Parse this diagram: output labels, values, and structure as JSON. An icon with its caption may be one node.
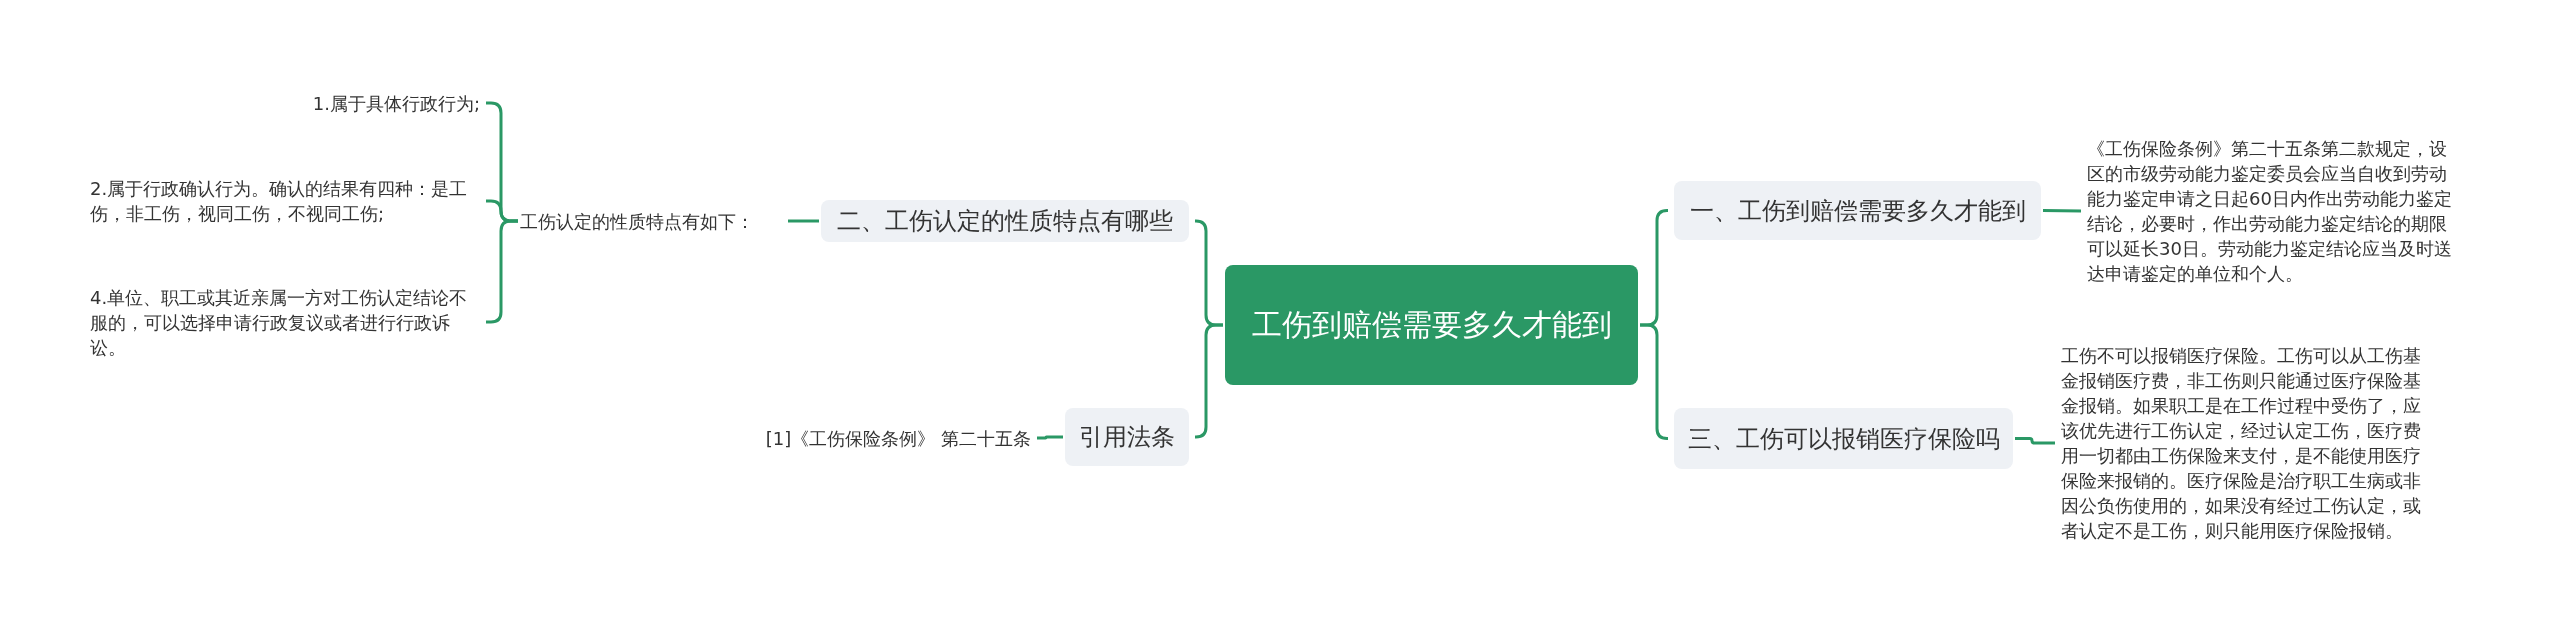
{
  "diagram": {
    "nodes": [
      {
        "text": [
          "工伤到赔偿需要多久才能到"
        ]
      },
      {
        "text": [
          "二、工伤认定的性质特点有哪些"
        ]
      },
      {
        "text": [
          "工伤认定的性质特点有如下："
        ]
      },
      {
        "text": [
          "1.属于具体行政行为;"
        ]
      },
      {
        "text": [
          "2.属于行政确认行为。确认的结果有四种：是工伤，非工伤，视同工伤，不视同工伤;"
        ]
      },
      {
        "text": [
          "4.单位、职工或其近亲属一方对工伤认定结论不服的，可以选择申请行政复议或者进行行政诉讼。"
        ]
      },
      {
        "text": [
          "引用法条"
        ]
      },
      {
        "text": [
          "[1]《工伤保险条例》 第二十五条"
        ]
      },
      {
        "text": [
          "一、工伤到赔偿需要多久才能到"
        ]
      },
      {
        "text": [
          "《工伤保险条例》第二十五条第二款规定，设区的市级劳动能力鉴定委员会应当自收到劳动能力鉴定申请之日起60日内作出劳动能力鉴定结论，必要时，作出劳动能力鉴定结论的期限可以延长30日。劳动能力鉴定结论应当及时送达申请鉴定的单位和个人。"
        ]
      },
      {
        "text": [
          "三、工伤可以报销医疗保险吗"
        ]
      },
      {
        "text": [
          "工伤不可以报销医疗保险。工伤可以从工伤基金报销医疗费，非工伤则只能通过医疗保险基金报销。如果职工是在工作过程中受伤了，应该优先进行工伤认定，经过认定工伤，医疗费用一切都由工伤保险来支付，是不能使用医疗保险来报销的。医疗保险是治疗职工生病或非因公负伤使用的，如果没有经过工伤认定，或者认定不是工伤，则只能用医疗保险报销。"
        ]
      }
    ],
    "edges": [
      {
        "from": 0,
        "to": 1,
        "arrow": "none"
      },
      {
        "from": 1,
        "to": 2,
        "arrow": "none"
      },
      {
        "from": 2,
        "to": 3,
        "arrow": "none"
      },
      {
        "from": 2,
        "to": 4,
        "arrow": "none"
      },
      {
        "from": 2,
        "to": 5,
        "arrow": "none"
      },
      {
        "from": 0,
        "to": 6,
        "arrow": "none"
      },
      {
        "from": 6,
        "to": 7,
        "arrow": "none"
      },
      {
        "from": 0,
        "to": 8,
        "arrow": "none"
      },
      {
        "from": 8,
        "to": 9,
        "arrow": "none"
      },
      {
        "from": 0,
        "to": 10,
        "arrow": "none"
      },
      {
        "from": 10,
        "to": 11,
        "arrow": "none"
      }
    ]
  }
}
